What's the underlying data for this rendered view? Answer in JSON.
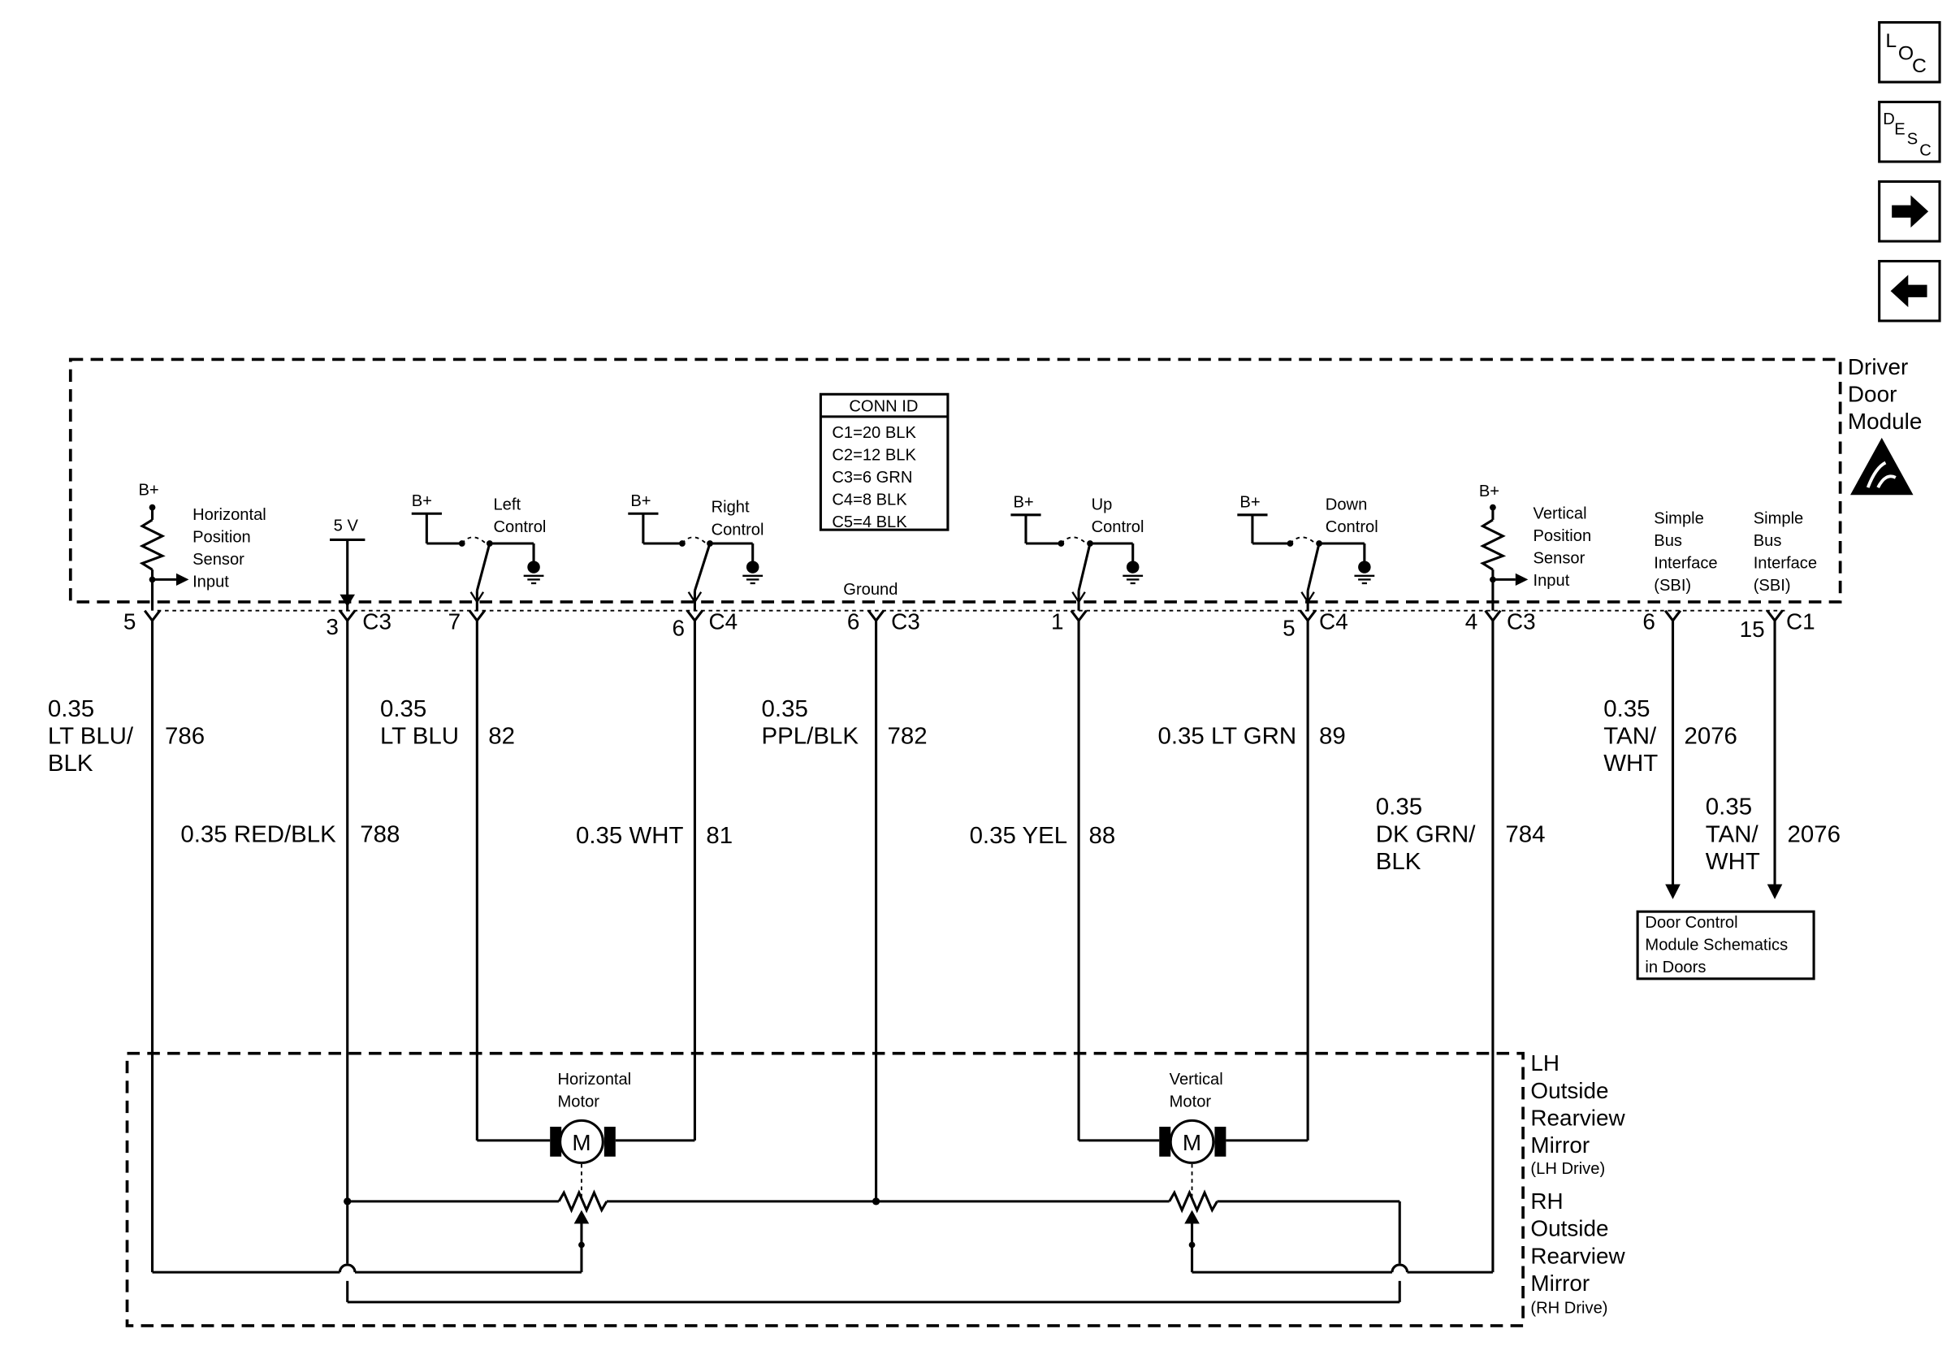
{
  "nav": {
    "loc": {
      "l": "L",
      "o": "O",
      "c": "C"
    },
    "desc": {
      "d": "D",
      "e": "E",
      "s": "S",
      "c": "C"
    }
  },
  "modules": {
    "driver_door": [
      "Driver",
      "Door",
      "Module"
    ],
    "mirror_lh": [
      "LH",
      "Outside",
      "Rearview",
      "Mirror"
    ],
    "mirror_lh_note": "(LH Drive)",
    "mirror_rh": [
      "RH",
      "Outside",
      "Rearview",
      "Mirror"
    ],
    "mirror_rh_note": "(RH Drive)"
  },
  "conn_id": {
    "title": "CONN ID",
    "rows": [
      "C1=20 BLK",
      "C2=12 BLK",
      "C3=6 GRN",
      "C4=8 BLK",
      "C5=4 BLK"
    ]
  },
  "components": {
    "b_plus": "B+",
    "five_v": "5 V",
    "h_sensor": [
      "Horizontal",
      "Position",
      "Sensor",
      "Input"
    ],
    "left_control": [
      "Left",
      "Control"
    ],
    "right_control": [
      "Right",
      "Control"
    ],
    "ground": "Ground",
    "up_control": [
      "Up",
      "Control"
    ],
    "down_control": [
      "Down",
      "Control"
    ],
    "v_sensor": [
      "Vertical",
      "Position",
      "Sensor",
      "Input"
    ],
    "sbi_1": [
      "Simple",
      "Bus",
      "Interface",
      "(SBI)"
    ],
    "sbi_2": [
      "Simple",
      "Bus",
      "Interface",
      "(SBI)"
    ],
    "h_motor": [
      "Horizontal",
      "Motor"
    ],
    "v_motor": [
      "Vertical",
      "Motor"
    ],
    "motor_symbol": "M",
    "door_ref": [
      "Door Control",
      "Module Schematics",
      "in Doors"
    ]
  },
  "pins": [
    {
      "pin": "5",
      "conn": ""
    },
    {
      "pin": "3",
      "conn": "C3"
    },
    {
      "pin": "7",
      "conn": ""
    },
    {
      "pin": "6",
      "conn": "C4"
    },
    {
      "pin": "6",
      "conn": "C3"
    },
    {
      "pin": "1",
      "conn": ""
    },
    {
      "pin": "5",
      "conn": "C4"
    },
    {
      "pin": "4",
      "conn": "C3"
    },
    {
      "pin": "6",
      "conn": ""
    },
    {
      "pin": "15",
      "conn": "C1"
    }
  ],
  "wires": {
    "w786": {
      "spec": [
        "0.35",
        "LT BLU/",
        "BLK"
      ],
      "circuit": "786"
    },
    "w788": {
      "spec": "0.35 RED/BLK",
      "circuit": "788"
    },
    "w82": {
      "spec": [
        "0.35",
        "LT BLU"
      ],
      "circuit": "82"
    },
    "w81": {
      "spec": "0.35 WHT",
      "circuit": "81"
    },
    "w782": {
      "spec": [
        "0.35",
        "PPL/BLK"
      ],
      "circuit": "782"
    },
    "w88": {
      "spec": "0.35 YEL",
      "circuit": "88"
    },
    "w89": {
      "spec": "0.35 LT GRN",
      "circuit": "89"
    },
    "w784": {
      "spec": [
        "0.35",
        "DK GRN/",
        "BLK"
      ],
      "circuit": "784"
    },
    "w2076a": {
      "spec": [
        "0.35",
        "TAN/",
        "WHT"
      ],
      "circuit": "2076"
    },
    "w2076b": {
      "spec": [
        "0.35",
        "TAN/",
        "WHT"
      ],
      "circuit": "2076"
    }
  }
}
